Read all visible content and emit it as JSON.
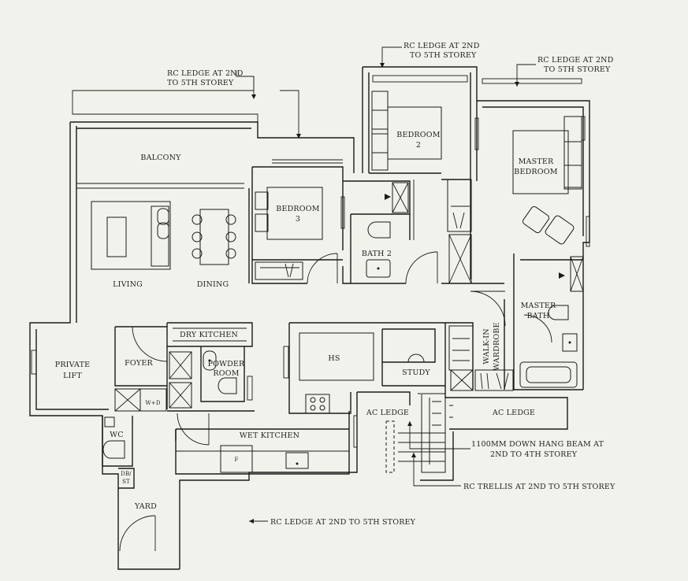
{
  "rooms": {
    "balcony": "BALCONY",
    "living": "LIVING",
    "dining": "DINING",
    "bedroom3": [
      "BEDROOM",
      "3"
    ],
    "bedroom2": [
      "BEDROOM",
      "2"
    ],
    "master_bedroom": [
      "MASTER",
      "BEDROOM"
    ],
    "bath2": "BATH 2",
    "master_bath": [
      "MASTER",
      "BATH"
    ],
    "walk_in_wardrobe": [
      "WALK-IN",
      "WARDROBE"
    ],
    "private_lift": [
      "PRIVATE",
      "LIFT"
    ],
    "foyer": "FOYER",
    "dry_kitchen": "DRY KITCHEN",
    "powder_room": [
      "POWDER",
      "ROOM"
    ],
    "hs": "HS",
    "study": "STUDY",
    "ac_ledge_left": "AC LEDGE",
    "ac_ledge_right": "AC LEDGE",
    "wet_kitchen": "WET KITCHEN",
    "wc": "WC",
    "wd": "W+D",
    "db_st": [
      "DB/",
      "ST"
    ],
    "yard": "YARD",
    "fridge": "F"
  },
  "annotations": {
    "rc_ledge_left": [
      "RC LEDGE AT 2ND",
      "TO 5TH STOREY"
    ],
    "rc_ledge_mid": [
      "RC LEDGE AT 2ND",
      "TO 5TH STOREY"
    ],
    "rc_ledge_right": [
      "RC LEDGE AT 2ND",
      "TO 5TH STOREY"
    ],
    "down_hang_beam": [
      "1100MM DOWN HANG BEAM AT",
      "2ND TO 4TH STOREY"
    ],
    "rc_trellis": "RC TRELLIS AT 2ND TO 5TH STOREY",
    "rc_ledge_bottom": "RC LEDGE AT 2ND TO 5TH STOREY"
  }
}
